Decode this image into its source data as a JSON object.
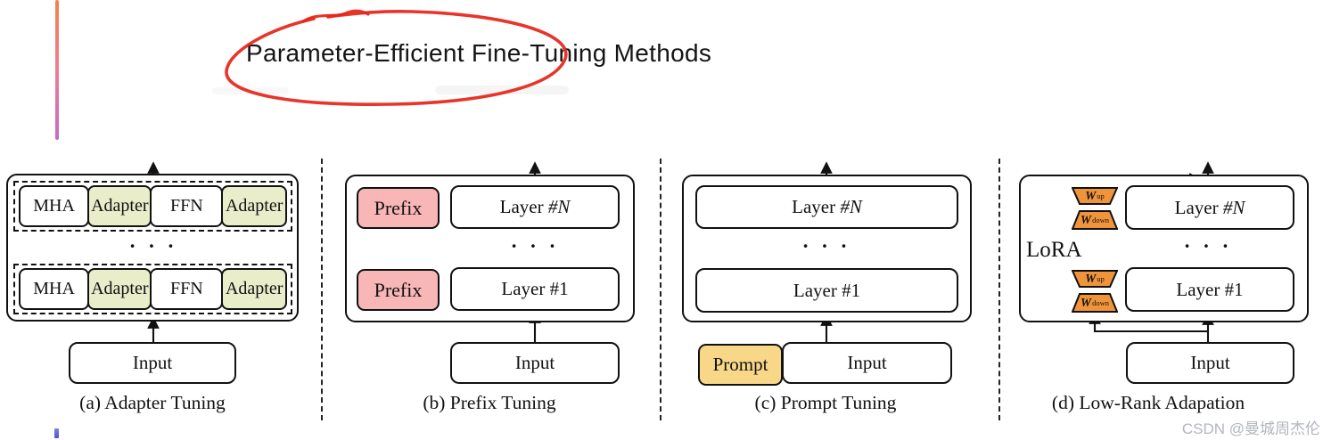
{
  "title": "Parameter-Efficient Fine-Tuning Methods",
  "watermark": "CSDN @曼城周杰伦",
  "dots": "· · ·",
  "colors": {
    "adapter_green": "#e9edca",
    "prefix_pink": "#f9b6b6",
    "prompt_gold": "#f8d788",
    "lora_orange": "#f0943b",
    "pen_red": "#e6261a",
    "line_black": "#111111",
    "side_gradient_top": "#f0834c",
    "side_gradient_bottom": "#c56cc6",
    "blue_bar": "#4d53d2",
    "watermark_gray": "#b2b6be"
  },
  "panel_a": {
    "caption": "(a) Adapter Tuning",
    "input": "Input",
    "row_top": {
      "c1": "MHA",
      "c2": "Adapter",
      "c3": "FFN",
      "c4": "Adapter"
    },
    "row_bottom": {
      "c1": "MHA",
      "c2": "Adapter",
      "c3": "FFN",
      "c4": "Adapter"
    }
  },
  "panel_b": {
    "caption": "(b) Prefix Tuning",
    "prefix_top": "Prefix",
    "prefix_bottom": "Prefix",
    "layer_top_text": "Layer ",
    "layer_top_var": "#N",
    "layer_bottom": "Layer #1",
    "input": "Input"
  },
  "panel_c": {
    "caption": "(c) Prompt Tuning",
    "layer_top_text": "Layer ",
    "layer_top_var": "#N",
    "layer_bottom": "Layer #1",
    "prompt": "Prompt",
    "input": "Input"
  },
  "panel_d": {
    "caption": "(d) Low-Rank Adapation",
    "lora": "LoRA",
    "w": "W",
    "sub_up": "up",
    "sub_down": "down",
    "layer_top_text": "Layer ",
    "layer_top_var": "#N",
    "layer_bottom": "Layer #1",
    "input": "Input"
  }
}
